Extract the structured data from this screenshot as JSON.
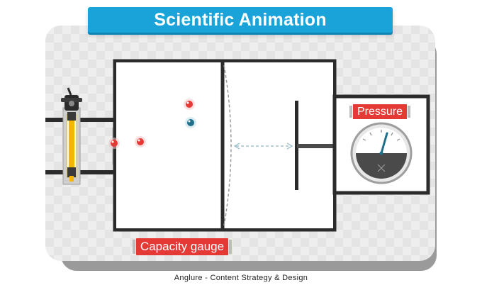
{
  "header": {
    "title": "Scientific Animation"
  },
  "labels": {
    "capacity_gauge": "Capacity gauge",
    "pressure": "Pressure"
  },
  "footer": {
    "credit": "Anglure - Content Strategy & Design"
  },
  "colors": {
    "title_bar": "#1aa3d9",
    "label_red": "#e53935",
    "frame": "#2b2b2b",
    "particle_red": "#e53935",
    "particle_blue": "#1f6f8b"
  }
}
